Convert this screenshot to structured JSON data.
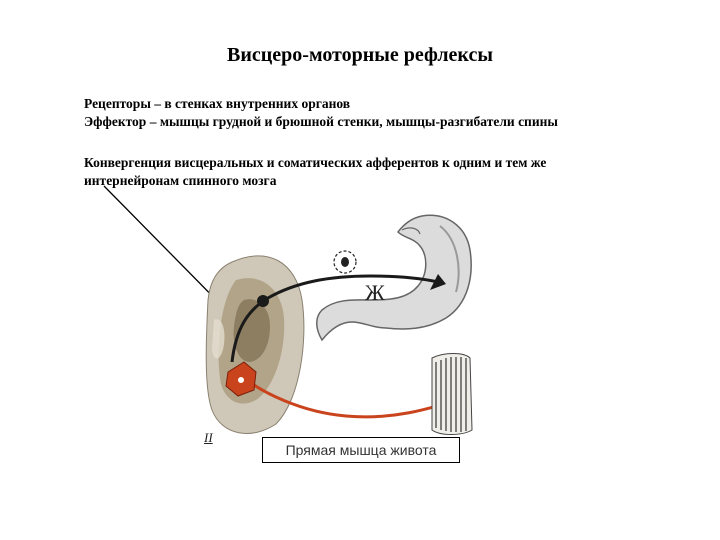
{
  "slide": {
    "title": "Висцеро-моторные рефлексы",
    "lines": [
      "Рецепторы – в стенках  внутренних органов",
      "Эффектор – мышцы грудной и брюшной стенки, мышцы-разгибатели спины",
      "Конвергенция висцеральных и соматических афферентов к одним и тем же",
      "интернейронам спинного мозга"
    ]
  },
  "diagram": {
    "stomach_label": "Ж",
    "segment_label": "II",
    "muscle_caption": "Прямая мышца живота",
    "colors": {
      "afferent_path": "#1a1a1a",
      "efferent_path": "#c9431c",
      "spinal_cord": "#b8b0a0",
      "stomach_fill": "#d8d8d8"
    }
  }
}
